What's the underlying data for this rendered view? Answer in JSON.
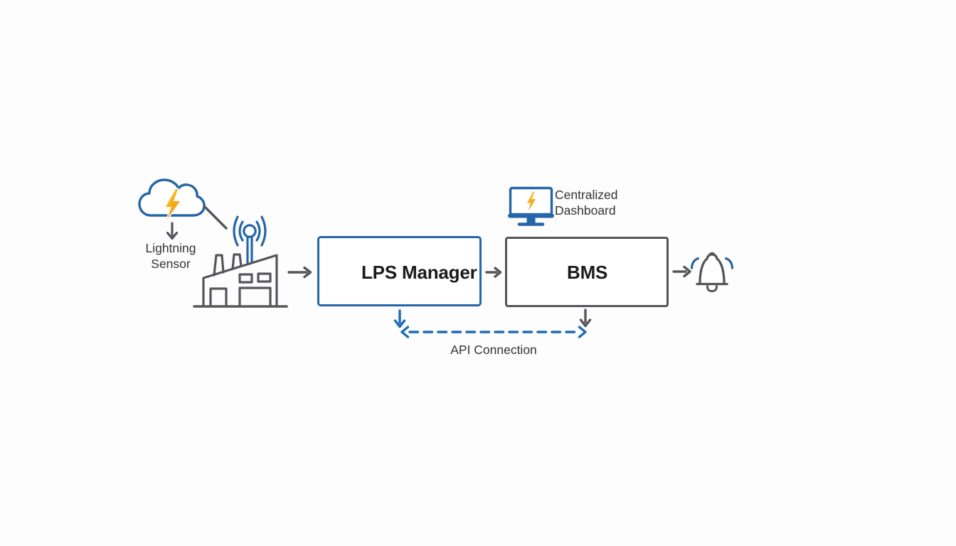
{
  "colors": {
    "icon_blue": "#2565A8",
    "link_blue": "#1E6BB8",
    "bolt_yellow": "#FFC938",
    "bolt_orange": "#EE9A00",
    "gray": "#55565A",
    "label_text": "#333333",
    "node_text": "#1B1B1B",
    "background": "#FDFDFD"
  },
  "nodes": {
    "lightning_sensor": {
      "line1": "Lightning",
      "line2": "Sensor"
    },
    "lps_manager": {
      "label": "LPS Manager"
    },
    "bms": {
      "label": "BMS"
    },
    "centralized_dashboard": {
      "line1": "Centralized",
      "line2": "Dashboard"
    }
  },
  "connections": {
    "api": {
      "label": "API Connection"
    }
  },
  "icons": {
    "lightning_sensor": "storm-cloud-lightning-icon",
    "site": "factory-antenna-icon",
    "lps_manager": "smartphone-lightning-icon",
    "centralized_dashboard": "monitor-lightning-icon",
    "bms_power": "lightning-circle-icon",
    "alert": "bell-icon"
  }
}
